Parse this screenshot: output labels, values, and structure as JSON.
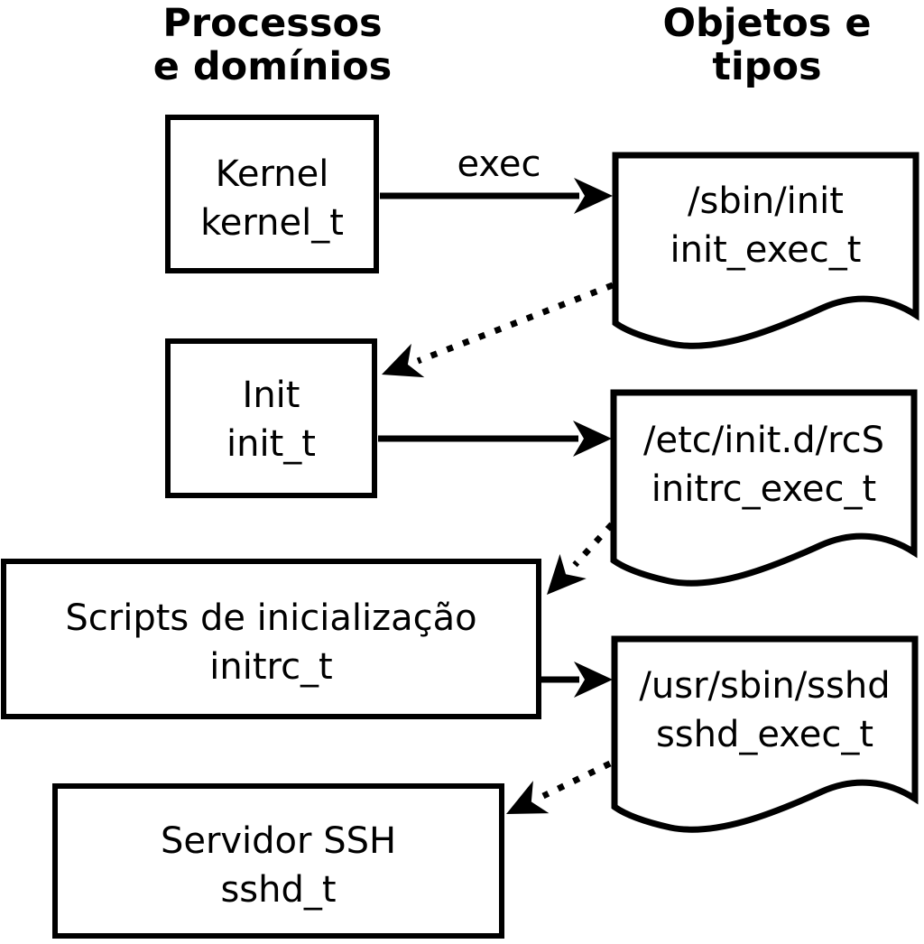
{
  "title_columns": {
    "left": {
      "line1": "Processos",
      "line2": "e domínios"
    },
    "right": {
      "line1": "Objetos e",
      "line2": "tipos"
    }
  },
  "process_nodes": [
    {
      "label": "Kernel",
      "domain": "kernel_t"
    },
    {
      "label": "Init",
      "domain": "init_t"
    },
    {
      "label": "Scripts de inicialização",
      "domain": "initrc_t"
    },
    {
      "label": "Servidor SSH",
      "domain": "sshd_t"
    }
  ],
  "object_nodes": [
    {
      "label": "/sbin/init",
      "type": "init_exec_t"
    },
    {
      "label": "/etc/init.d/rcS",
      "type": "initrc_exec_t"
    },
    {
      "label": "/usr/sbin/sshd",
      "type": "sshd_exec_t"
    }
  ],
  "arrows": {
    "exec_label": "exec"
  },
  "colors": {
    "ink": "#000000",
    "paper": "#ffffff"
  }
}
